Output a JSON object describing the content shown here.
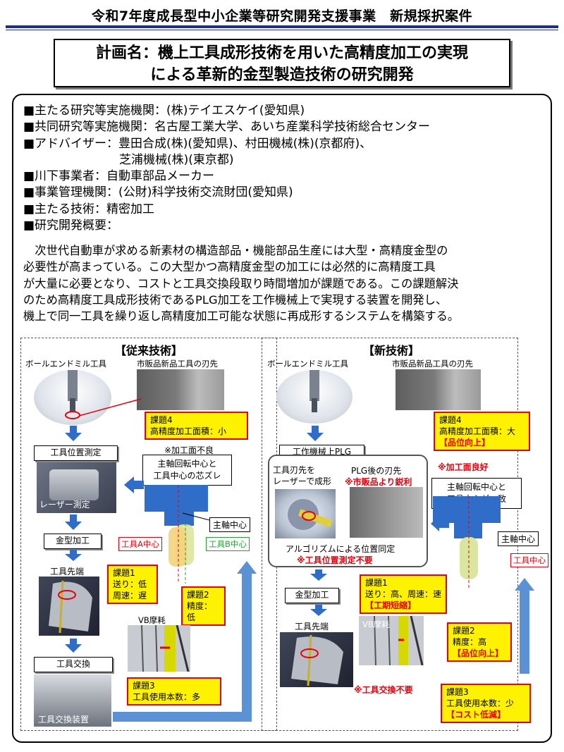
{
  "header": {
    "title": "令和7年度成長型中小企業等研究開発支援事業　新規採択案件",
    "plan_line_1": "計画名：機上工具成形技術を用いた高精度加工の実現",
    "plan_line_2": "による革新的金型製造技術の研究開発"
  },
  "info": {
    "lines": [
      "■主たる研究等実施機関：(株)テイエスケイ(愛知県)",
      "■共同研究等実施機関：名古屋工業大学、あいち産業科学技術総合センター",
      "■アドバイザー：豊田合成(株)(愛知県)、村田機械(株)(京都府)、",
      "芝浦機械(株)(東京都)",
      "■川下事業者：自動車部品メーカー",
      "■事業管理機関：(公財)科学技術交流財団(愛知県)",
      "■主たる技術：精密加工",
      "■研究開発概要："
    ],
    "summary": [
      "　次世代自動車が求める新素材の構造部品・機能部品生産には大型・高精度金型の",
      "必要性が高まっている。この大型かつ高精度金型の加工には必然的に高精度工具",
      "が大量に必要となり、コストと工具交換段取り時間増加が課題である。この課題解決",
      "のため高精度工具成形技術であるPLG加工を工作機械上で実現する装置を開発し、",
      "機上で同一工具を繰り返し高精度加工可能な状態に再成形するシステムを構築する。"
    ]
  },
  "left": {
    "title": "【従来技術】",
    "ballend_label": "ボールエンドミル工具",
    "commercial_label": "市販品新品工具の刃先",
    "issue4": {
      "title": "課題4",
      "line1": "高精度加工面積：小"
    },
    "surface_note": "※加工面不良",
    "misalign": {
      "line1": "主軸回転中心と",
      "line2": "工具中心の芯ズレ"
    },
    "step_measure": "工具位置測定",
    "laser_label": "レーザー測定",
    "spindle_center": "主軸中心",
    "tool_a": "工具A中心",
    "tool_b": "工具B中心",
    "step_mold": "金型加工",
    "tip_label": "工具先端",
    "issue1": {
      "title": "課題1",
      "line1": "送り：低",
      "line2": "周速：遅"
    },
    "issue2": {
      "title": "課題2",
      "line1": "精度：低"
    },
    "vb_label": "VB摩耗",
    "step_change": "工具交換",
    "changer_label": "工具交換装置",
    "issue3": {
      "title": "課題3",
      "line1": "工具使用本数：多"
    }
  },
  "right": {
    "title": "【新技術】",
    "ballend_label": "ボールエンドミル工具",
    "commercial_label": "市販品新品工具の刃先",
    "issue4": {
      "title": "課題4",
      "line1": "高精度加工面積：大",
      "highlight": "【品位向上】"
    },
    "surface_note": "※加工面良好",
    "aligned": {
      "line1": "主軸回転中心と",
      "line2": "工具中心が一致"
    },
    "plg_title": "工作機械上PLG",
    "laser_shape": {
      "line1": "工具刃先を",
      "line2": "レーザーで成形"
    },
    "after_plg": "PLG後の刃先",
    "sharper": "※市販品より鋭利",
    "algo": "アルゴリズムによる位置同定",
    "no_measure": "※工具位置測定不要",
    "spindle_center": "主軸中心",
    "tool_center": "工具中心",
    "step_mold": "金型加工",
    "issue1": {
      "title": "課題1",
      "line1": "送り：高、周速：速",
      "highlight": "【工期短縮】"
    },
    "tip_label": "工具先端",
    "vb_label": "VB摩耗",
    "issue2": {
      "title": "課題2",
      "line1": "精度：高",
      "highlight": "【品位向上】"
    },
    "no_change": "※工具交換不要",
    "issue3": {
      "title": "課題3",
      "line1": "工具使用本数：少",
      "highlight": "【コスト低減】"
    }
  },
  "colors": {
    "header_rule": "#22307a",
    "highlight_red": "#e8000d",
    "issue_yellow": "#fff200",
    "flow_blue": "#2f6dc8",
    "return_blue": "#5b92d6"
  }
}
